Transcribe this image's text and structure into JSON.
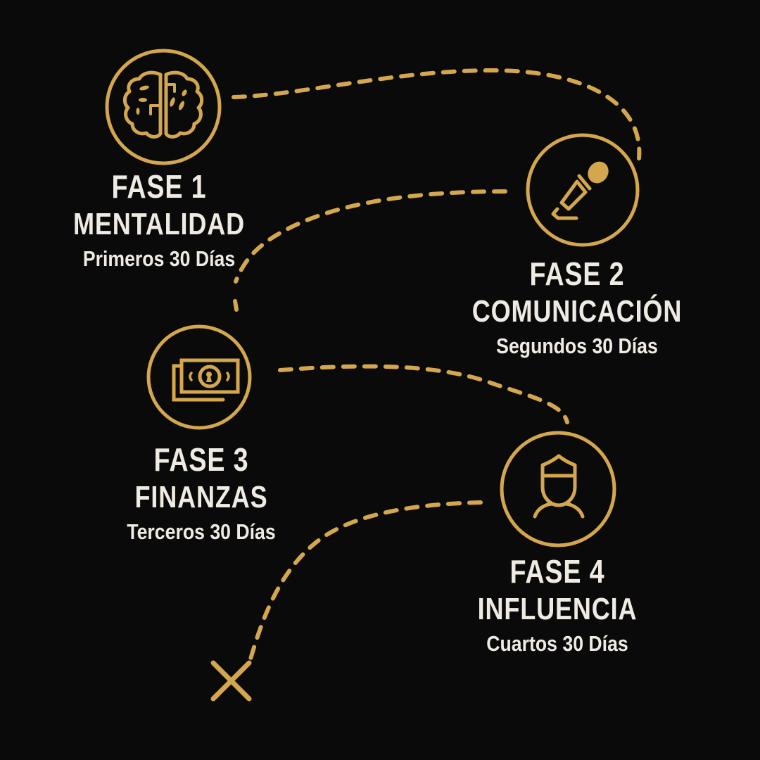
{
  "colors": {
    "background": "#0a0a0a",
    "accent_gold": "#d4a64e",
    "text": "#efebe3"
  },
  "phases": [
    {
      "phase": "FASE 1",
      "name": "MENTALIDAD",
      "period": "Primeros 30 Días",
      "icon": "brain-icon"
    },
    {
      "phase": "FASE 2",
      "name": "COMUNICACIÓN",
      "period": "Segundos 30 Días",
      "icon": "microphone-icon"
    },
    {
      "phase": "FASE 3",
      "name": "FINANZAS",
      "period": "Terceros 30 Días",
      "icon": "money-icon"
    },
    {
      "phase": "FASE 4",
      "name": "INFLUENCIA",
      "period": "Cuartos 30 Días",
      "icon": "person-icon"
    }
  ],
  "end_marker": {
    "icon": "x-marker-icon"
  }
}
